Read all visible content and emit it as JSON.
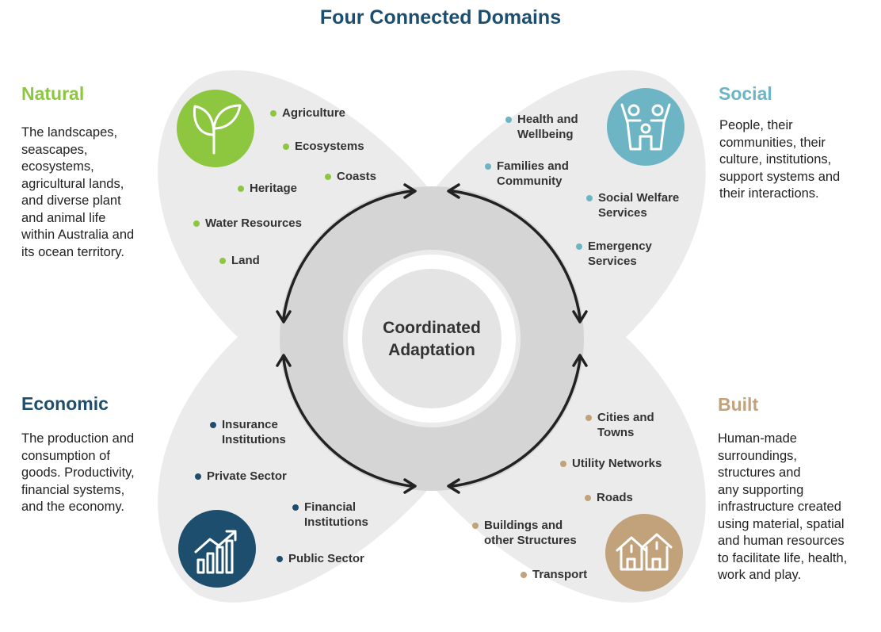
{
  "title": "Four Connected Domains",
  "center": {
    "label": "Coordinated\nAdaptation"
  },
  "colors": {
    "natural": "#8dc63f",
    "social": "#6db5c4",
    "economic": "#1e4e6e",
    "built": "#c1a27a",
    "petal": "#ebebeb",
    "ring": "#d5d5d5",
    "arrow": "#222222"
  },
  "domains": {
    "natural": {
      "heading": "Natural",
      "icon": "plant-sprout-icon",
      "description": "The landscapes,\nseascapes,\necosystems,\nagricultural lands,\nand diverse plant\nand animal life\nwithin Australia and\nits ocean territory.",
      "items": [
        "Agriculture",
        "Ecosystems",
        "Coasts",
        "Heritage",
        "Water Resources",
        "Land"
      ]
    },
    "social": {
      "heading": "Social",
      "icon": "family-icon",
      "description": "People, their\ncommunities, their\nculture, institutions,\nsupport systems and\ntheir interactions.",
      "items": [
        "Health and\nWellbeing",
        "Families and\nCommunity",
        "Social Welfare\nServices",
        "Emergency\nServices"
      ]
    },
    "economic": {
      "heading": "Economic",
      "icon": "growth-chart-icon",
      "description": "The production and\nconsumption of\ngoods. Productivity,\nfinancial systems,\nand the economy.",
      "items": [
        "Insurance\nInstitutions",
        "Private Sector",
        "Financial\nInstitutions",
        "Public Sector"
      ]
    },
    "built": {
      "heading": "Built",
      "icon": "houses-icon",
      "description": "Human-made\nsurroundings,\nstructures and\nany supporting\ninfrastructure created\nusing material, spatial\nand human resources\nto facilitate life, health,\nwork and play.",
      "items": [
        "Cities and\nTowns",
        "Utility Networks",
        "Roads",
        "Buildings and\nother Structures",
        "Transport"
      ]
    }
  }
}
